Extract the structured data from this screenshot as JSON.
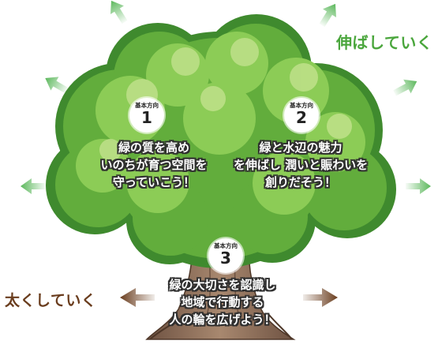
{
  "labels": {
    "grow": "伸ばしていく",
    "thicken": "太くしていく"
  },
  "directions": [
    {
      "caption": "基本方向",
      "number": "1",
      "lines": [
        "緑の質を高め",
        "いのちが育つ空間を",
        "守っていこう！"
      ]
    },
    {
      "caption": "基本方向",
      "number": "2",
      "lines": [
        "緑と水辺の魅力",
        "を伸ばし 潤いと賑わいを",
        "創りだそう！"
      ]
    },
    {
      "caption": "基本方向",
      "number": "3",
      "lines": [
        "緑の大切さを認識し",
        "地域で行動する",
        "人の輪を広げよう！"
      ]
    }
  ],
  "colors": {
    "canopy": "#7cc24a",
    "canopy_light": "#bfe08a",
    "canopy_dark": "#3f8a2e",
    "trunk": "#8a6a55",
    "green_arrow": "#5cb85c",
    "brown_arrow": "#6a3d1e"
  }
}
